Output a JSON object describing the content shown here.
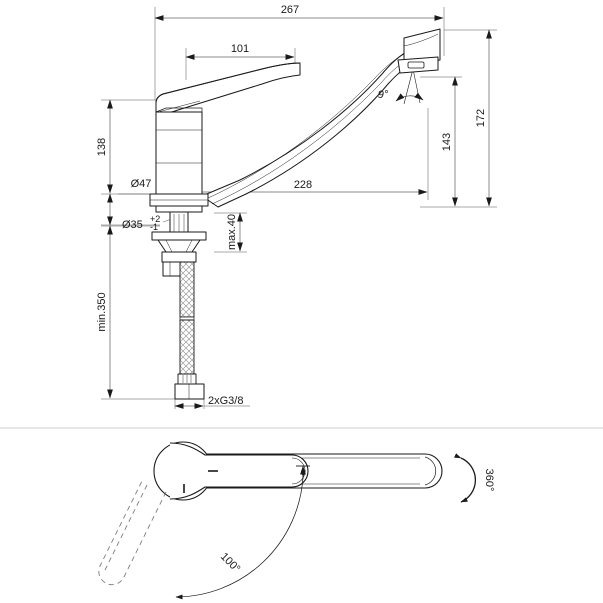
{
  "drawing": {
    "title": "Single-lever kitchen sink mixer technical drawing",
    "line_color": "#1a1a1a",
    "dim_color": "#555555",
    "hidden_color": "#888888",
    "background": "#ffffff"
  },
  "elevation": {
    "name": "side-elevation-view",
    "dimensions": {
      "overall_reach": "267",
      "lever_length": "101",
      "body_height": "138",
      "spout_projection": "228",
      "aerator_height": "143",
      "spout_top_height": "172",
      "spout_angle": "9°",
      "base_diameter": "Ø47",
      "hole_diameter_base": "Ø35",
      "hole_tolerance_plus": "+2",
      "hole_tolerance_minus": "-1",
      "deck_thickness": "max.40",
      "hose_length": "min.350",
      "connection_thread": "2xG3/8"
    }
  },
  "plan": {
    "name": "top-plan-view",
    "dimensions": {
      "spout_swivel": "360°",
      "lever_swivel": "100°"
    }
  }
}
